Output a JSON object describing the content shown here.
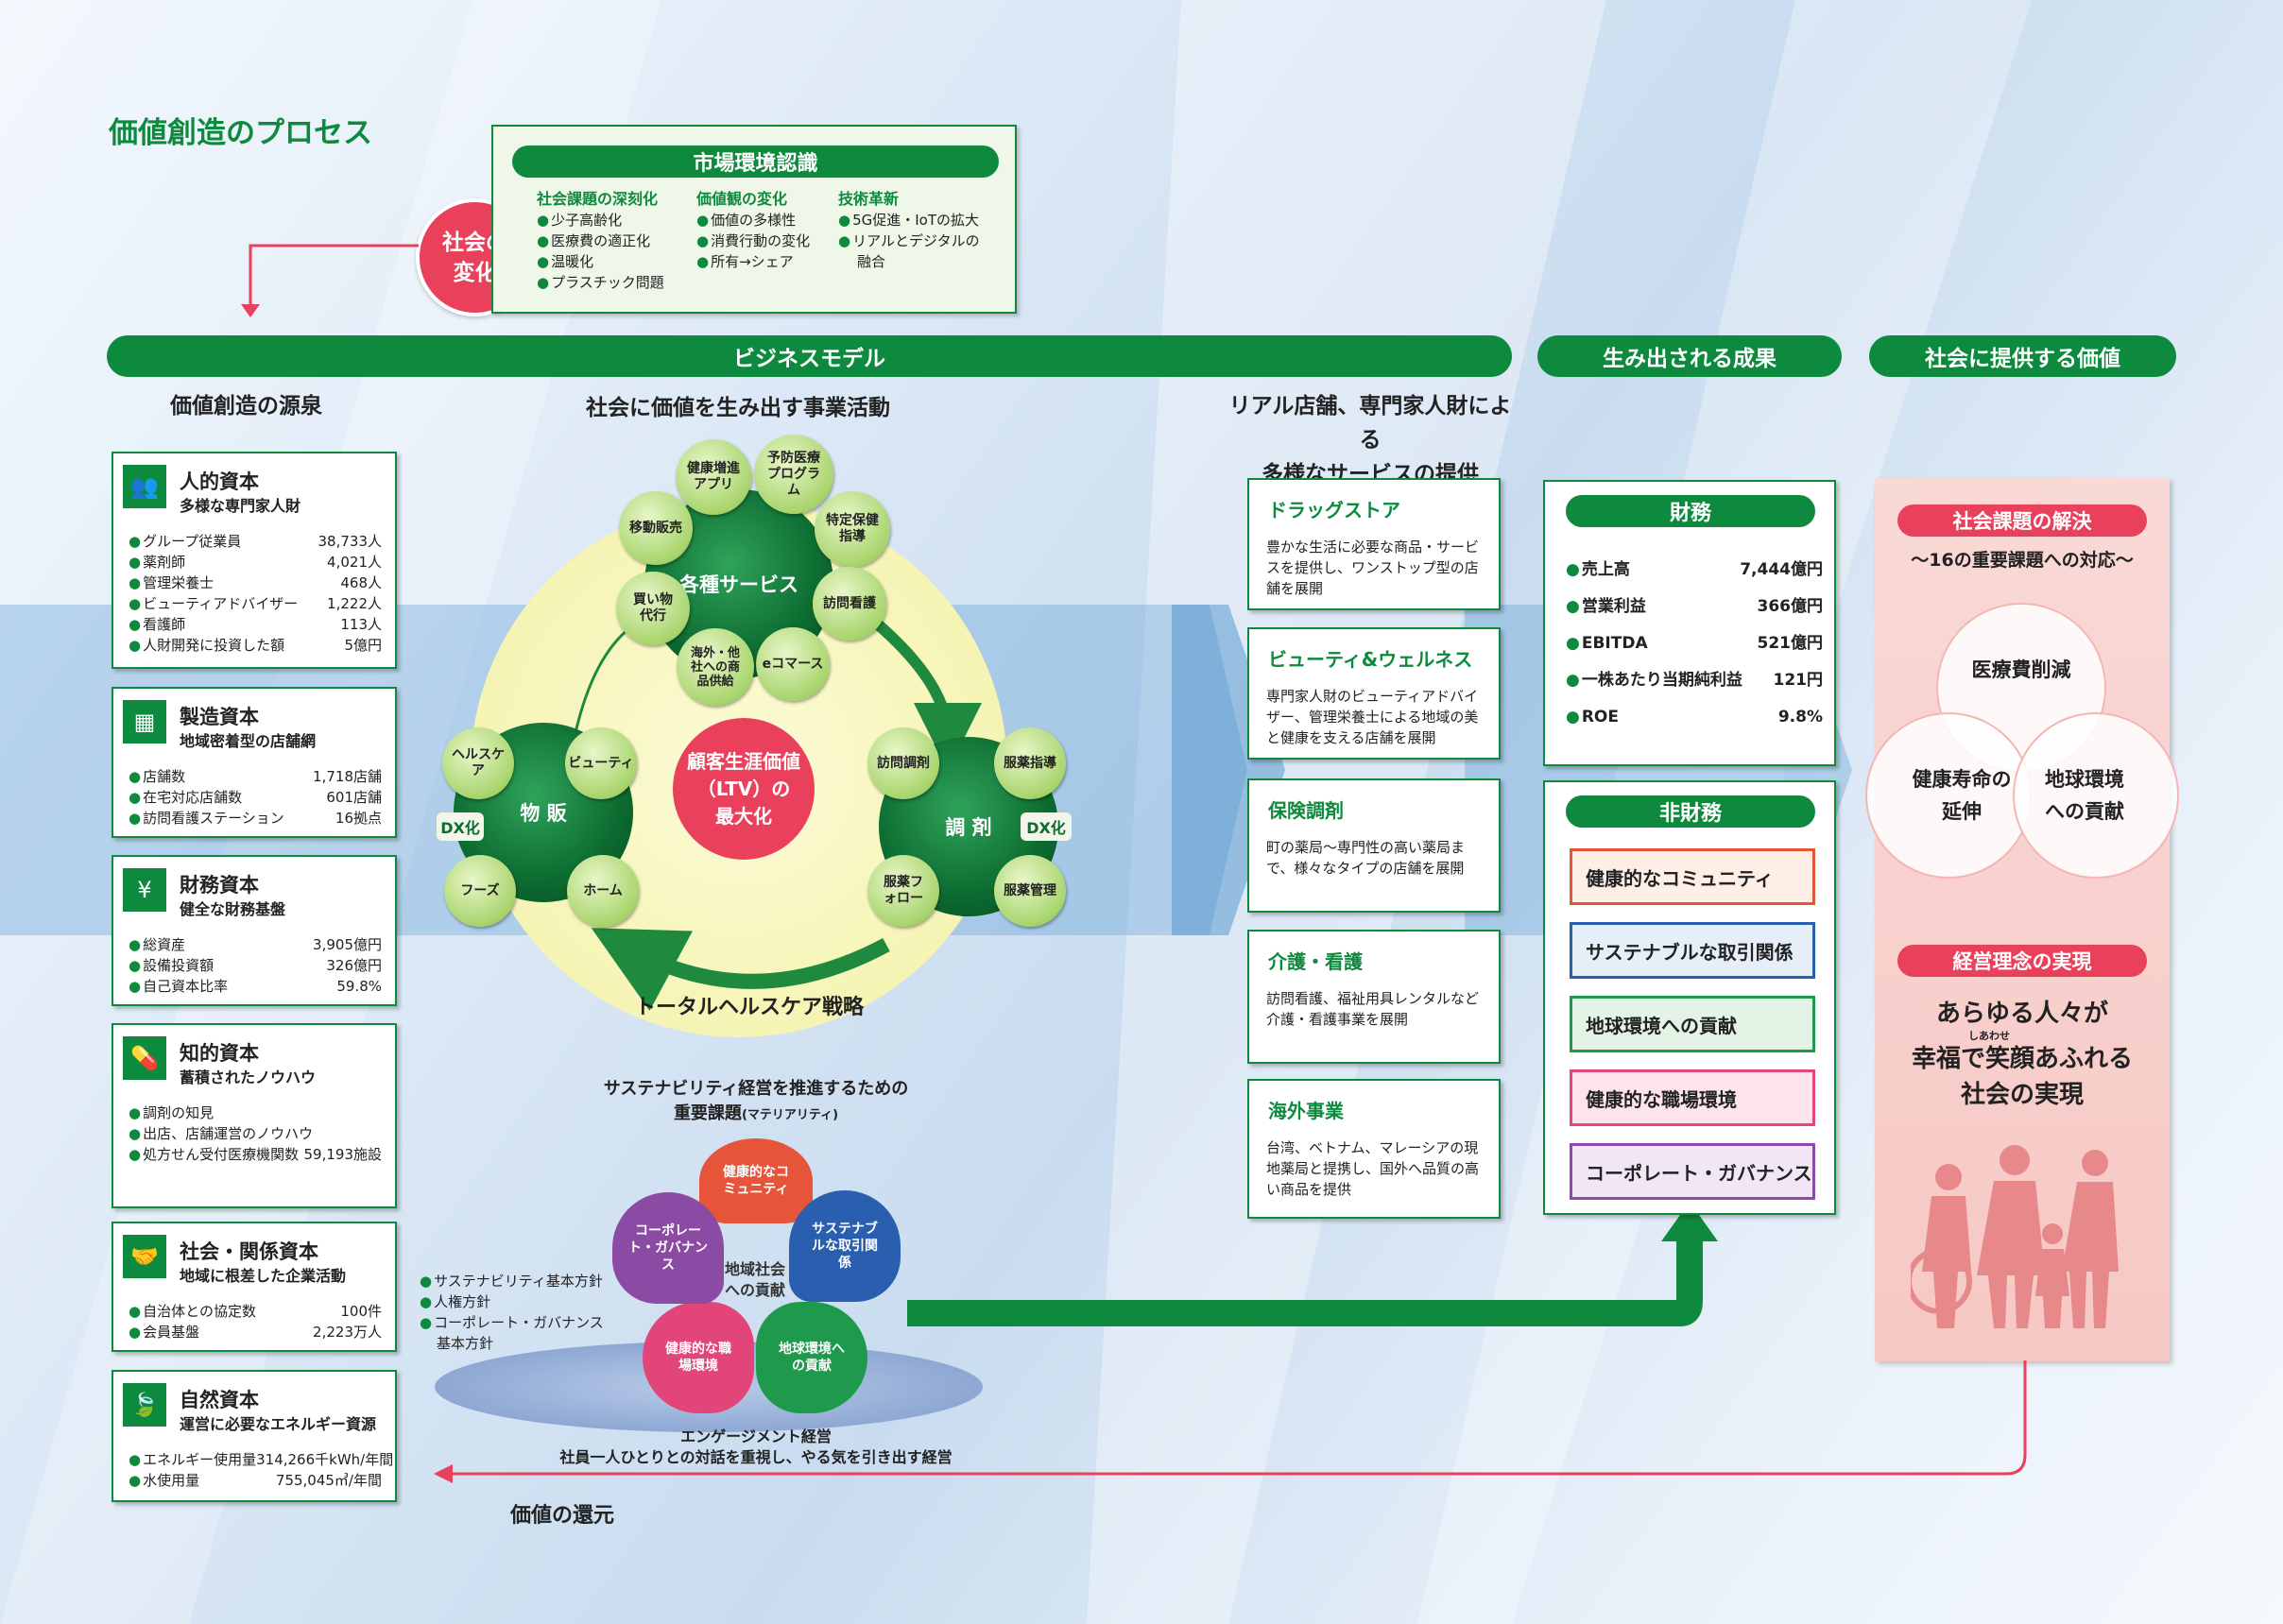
{
  "page": {
    "title": "価値創造のプロセス"
  },
  "colors": {
    "green": "#0e8a3e",
    "red": "#e9405b",
    "light_green": "#eef7e8",
    "pink_panel": "#f8cfcc"
  },
  "social_change": {
    "label_line1": "社会の",
    "label_line2": "変化"
  },
  "market": {
    "title": "市場環境認識",
    "columns": [
      {
        "heading": "社会課題の深刻化",
        "items": [
          "少子高齢化",
          "医療費の適正化",
          "温暖化",
          "プラスチック問題"
        ]
      },
      {
        "heading": "価値観の変化",
        "items": [
          "価値の多様性",
          "消費行動の変化",
          "所有→シェア"
        ]
      },
      {
        "heading": "技術革新",
        "items": [
          "5G促進・IoTの拡大",
          "リアルとデジタルの",
          "融合"
        ]
      }
    ]
  },
  "bars": {
    "business_model": "ビジネスモデル",
    "outcomes": "生み出される成果",
    "social_value": "社会に提供する価値"
  },
  "section_heads": {
    "sources": "価値創造の源泉",
    "activities": "社会に価値を生み出す事業活動",
    "services_line1": "リアル店舗、専門家人財による",
    "services_line2": "多様なサービスの提供"
  },
  "capitals": [
    {
      "title": "人的資本",
      "sub": "多様な専門家人財",
      "icon": "people-icon",
      "rows": [
        [
          "グループ従業員",
          "38,733人"
        ],
        [
          "薬剤師",
          "4,021人"
        ],
        [
          "管理栄養士",
          "468人"
        ],
        [
          "ビューティアドバイザー",
          "1,222人"
        ],
        [
          "看護師",
          "113人"
        ],
        [
          "人財開発に投資した額",
          "5億円"
        ]
      ]
    },
    {
      "title": "製造資本",
      "sub": "地域密着型の店舗網",
      "icon": "store-icon",
      "rows": [
        [
          "店舗数",
          "1,718店舗"
        ],
        [
          "在宅対応店舗数",
          "601店舗"
        ],
        [
          "訪問看護ステーション",
          "16拠点"
        ]
      ]
    },
    {
      "title": "財務資本",
      "sub": "健全な財務基盤",
      "icon": "coin-icon",
      "rows": [
        [
          "総資産",
          "3,905億円"
        ],
        [
          "設備投資額",
          "326億円"
        ],
        [
          "自己資本比率",
          "59.8%"
        ]
      ]
    },
    {
      "title": "知的資本",
      "sub": "蓄積されたノウハウ",
      "icon": "pill-icon",
      "rows": [
        [
          "調剤の知見",
          ""
        ],
        [
          "出店、店舗運営のノウハウ",
          ""
        ],
        [
          "処方せん受付医療機関数",
          "59,193施設"
        ]
      ]
    },
    {
      "title": "社会・関係資本",
      "sub": "地域に根差した企業活動",
      "icon": "handshake-icon",
      "rows": [
        [
          "自治体との協定数",
          "100件"
        ],
        [
          "会員基盤",
          "2,223万人"
        ]
      ]
    },
    {
      "title": "自然資本",
      "sub": "運営に必要なエネルギー資源",
      "icon": "leaf-icon",
      "rows": [
        [
          "エネルギー使用量",
          "314,266千kWh/年間"
        ],
        [
          "水使用量",
          "755,045㎥/年間"
        ]
      ]
    }
  ],
  "cycle": {
    "services_hub": "各種サービス",
    "services": [
      "健康増進アプリ",
      "予防医療プログラム",
      "特定保健指導",
      "訪問看護",
      "eコマース",
      "海外・他社への商品供給",
      "買い物代行",
      "移動販売"
    ],
    "center_line1": "顧客生涯価値",
    "center_line2": "（LTV）の",
    "center_line3": "最大化",
    "sales_hub": "物 販",
    "sales": [
      "ヘルスケア",
      "ビューティ",
      "ホーム",
      "フーズ"
    ],
    "sales_dx": "DX化",
    "dispensing_hub": "調 剤",
    "dispensing": [
      "服薬指導",
      "服薬管理",
      "服薬フォロー",
      "訪問調剤"
    ],
    "dispensing_dx": "DX化",
    "strategy": "トータルヘルスケア戦略"
  },
  "materiality": {
    "title_line1": "サステナビリティ経営を推進するための",
    "title_line2": "重要課題",
    "title_suffix": "(マテリアリティ)",
    "center_line1": "地域社会",
    "center_line2": "への貢献",
    "items": [
      "健康的なコミュニティ",
      "サステナブルな取引関係",
      "地球環境への貢献",
      "健康的な職場環境",
      "コーポレート・ガバナンス"
    ],
    "policies": [
      "サステナビリティ基本方針",
      "人権方針",
      "コーポレート・ガバナンス",
      "基本方針"
    ],
    "engagement_line1": "エンゲージメント経営",
    "engagement_line2": "社員一人ひとりとの対話を重視し、やる気を引き出す経営"
  },
  "services": [
    {
      "title": "ドラッグストア",
      "desc": "豊かな生活に必要な商品・サービスを提供し、ワンストップ型の店舗を展開"
    },
    {
      "title": "ビューティ&ウェルネス",
      "desc": "専門家人財のビューティアドバイザー、管理栄養士による地域の美と健康を支える店舗を展開"
    },
    {
      "title": "保険調剤",
      "desc": "町の薬局～専門性の高い薬局まで、様々なタイプの店舗を展開"
    },
    {
      "title": "介護・看護",
      "desc": "訪問看護、福祉用具レンタルなど介護・看護事業を展開"
    },
    {
      "title": "海外事業",
      "desc": "台湾、ベトナム、マレーシアの現地薬局と提携し、国外へ品質の高い商品を提供"
    }
  ],
  "financial": {
    "title": "財務",
    "rows": [
      [
        "売上高",
        "7,444億円"
      ],
      [
        "営業利益",
        "366億円"
      ],
      [
        "EBITDA",
        "521億円"
      ],
      [
        "一株あたり当期純利益",
        "121円"
      ],
      [
        "ROE",
        "9.8%"
      ]
    ]
  },
  "non_financial": {
    "title": "非財務",
    "items": [
      {
        "label": "健康的なコミュニティ",
        "border": "#e6553a",
        "bg": "#fdeee6"
      },
      {
        "label": "サステナブルな取引関係",
        "border": "#2a5fb0",
        "bg": "#e6eef8"
      },
      {
        "label": "地球環境への貢献",
        "border": "#1f9a4c",
        "bg": "#e3f3e6"
      },
      {
        "label": "健康的な職場環境",
        "border": "#e2457a",
        "bg": "#fde4ec"
      },
      {
        "label": "コーポレート・ガバナンス",
        "border": "#8b4aa3",
        "bg": "#f1e6f5"
      }
    ]
  },
  "value": {
    "solution_title": "社会課題の解決",
    "solution_sub": "～16の重要課題への対応～",
    "venn_top": "医療費削減",
    "venn_left_line1": "健康寿命の",
    "venn_left_line2": "延伸",
    "venn_right_line1": "地球環境",
    "venn_right_line2": "への貢献",
    "philosophy_title": "経営理念の実現",
    "philosophy_line1": "あらゆる人々が",
    "philosophy_ruby": "しあわせ",
    "philosophy_line2": "幸福で笑顔あふれる",
    "philosophy_line3": "社会の実現"
  },
  "return_label": "価値の還元"
}
